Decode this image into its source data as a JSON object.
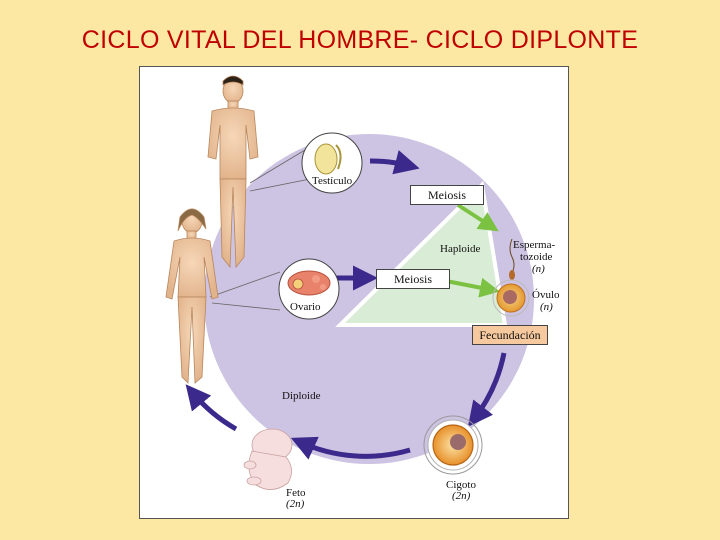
{
  "slide": {
    "title": "CICLO VITAL DEL HOMBRE- CICLO DIPLONTE"
  },
  "diagram": {
    "labels": {
      "testiculo": "Testículo",
      "ovario": "Ovario",
      "meiosis_top": "Meiosis",
      "meiosis_mid": "Meiosis",
      "haploide": "Haploide",
      "diploide": "Diploide",
      "espermatozoide_1": "Esperma-",
      "espermatozoide_2": "tozoide",
      "espermatozoide_n": "(n)",
      "ovulo": "Óvulo",
      "ovulo_n": "(n)",
      "fecundacion": "Fecundación",
      "cigoto": "Cigoto",
      "cigoto_2n": "(2n)",
      "feto": "Feto",
      "feto_2n": "(2n)"
    },
    "colors": {
      "diploid_fill": "#cdc3e2",
      "haploid_fill": "#d9ecd6",
      "arrow_cycle": "#3b2a8c",
      "arrow_meiosis": "#7cc242",
      "fecundacion_box": "#f7c99e",
      "title": "#c00000",
      "background": "#fde8a3"
    }
  }
}
